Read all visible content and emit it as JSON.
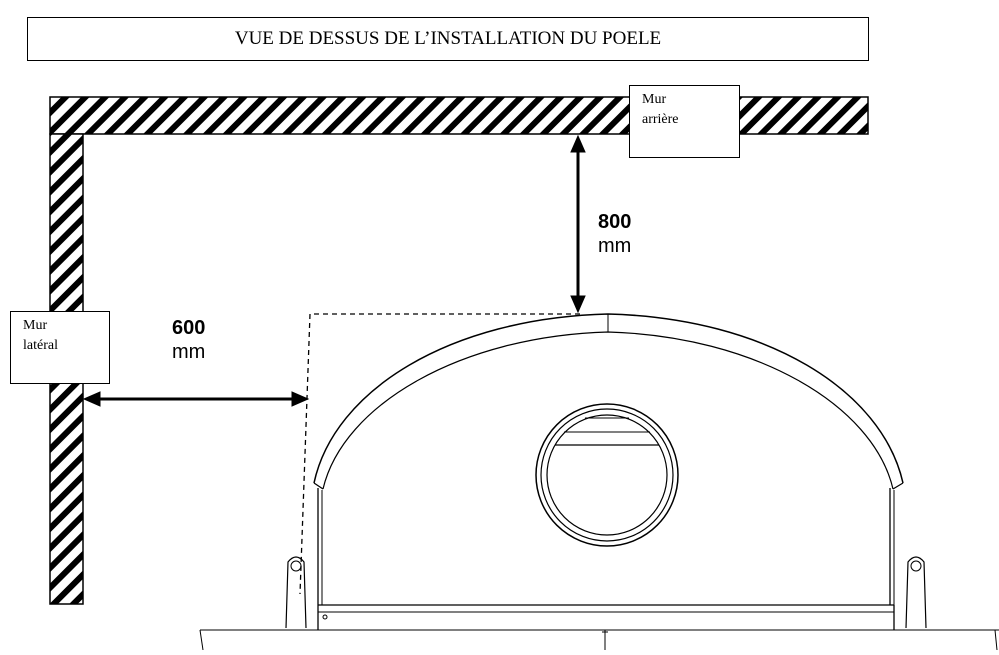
{
  "title": "VUE DE DESSUS DE L’INSTALLATION DU POELE",
  "labels": {
    "rear_wall": [
      "Mur",
      "arrière"
    ],
    "side_wall": [
      "Mur",
      "latéral"
    ]
  },
  "dimensions": {
    "rear_clearance": {
      "value": "800",
      "unit": "mm"
    },
    "side_clearance": {
      "value": "600",
      "unit": "mm"
    }
  },
  "colors": {
    "line": "#000000",
    "background": "#ffffff"
  }
}
